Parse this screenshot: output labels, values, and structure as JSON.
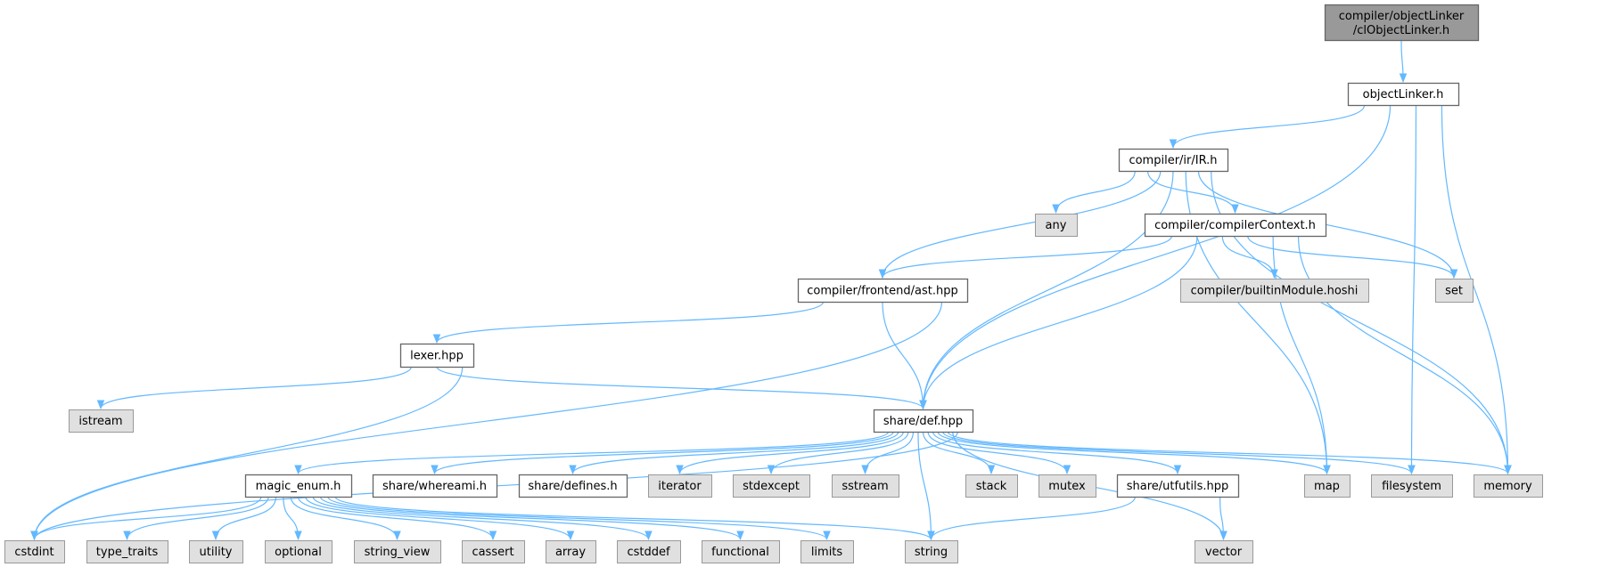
{
  "graph": {
    "title": "Include dependency graph",
    "colors": {
      "edge": "#63b8ff",
      "root_fill": "#999999",
      "project_fill": "#ffffff",
      "system_fill": "#e0e0e0",
      "border": "#666666",
      "system_border": "#999999"
    },
    "nodes": {
      "root": {
        "label_lines": [
          "compiler/objectLinker",
          "/clObjectLinker.h"
        ],
        "kind": "root"
      },
      "objectLinker": {
        "label": "objectLinker.h",
        "kind": "project"
      },
      "ir": {
        "label": "compiler/ir/IR.h",
        "kind": "project"
      },
      "any": {
        "label": "any",
        "kind": "system"
      },
      "compilerContext": {
        "label": "compiler/compilerContext.h",
        "kind": "project"
      },
      "builtinModule": {
        "label": "compiler/builtinModule.hoshi",
        "kind": "system"
      },
      "set": {
        "label": "set",
        "kind": "system"
      },
      "ast": {
        "label": "compiler/frontend/ast.hpp",
        "kind": "project"
      },
      "lexer": {
        "label": "lexer.hpp",
        "kind": "project"
      },
      "istream": {
        "label": "istream",
        "kind": "system"
      },
      "def": {
        "label": "share/def.hpp",
        "kind": "project"
      },
      "magic_enum": {
        "label": "magic_enum.h",
        "kind": "project"
      },
      "whereami": {
        "label": "share/whereami.h",
        "kind": "project"
      },
      "defines": {
        "label": "share/defines.h",
        "kind": "project"
      },
      "iterator": {
        "label": "iterator",
        "kind": "system"
      },
      "stdexcept": {
        "label": "stdexcept",
        "kind": "system"
      },
      "sstream": {
        "label": "sstream",
        "kind": "system"
      },
      "stack": {
        "label": "stack",
        "kind": "system"
      },
      "mutex": {
        "label": "mutex",
        "kind": "system"
      },
      "utfutils": {
        "label": "share/utfutils.hpp",
        "kind": "project"
      },
      "map": {
        "label": "map",
        "kind": "system"
      },
      "filesystem": {
        "label": "filesystem",
        "kind": "system"
      },
      "memory": {
        "label": "memory",
        "kind": "system"
      },
      "cstdint": {
        "label": "cstdint",
        "kind": "system"
      },
      "type_traits": {
        "label": "type_traits",
        "kind": "system"
      },
      "utility": {
        "label": "utility",
        "kind": "system"
      },
      "optional": {
        "label": "optional",
        "kind": "system"
      },
      "string_view": {
        "label": "string_view",
        "kind": "system"
      },
      "cassert": {
        "label": "cassert",
        "kind": "system"
      },
      "array": {
        "label": "array",
        "kind": "system"
      },
      "cstddef": {
        "label": "cstddef",
        "kind": "system"
      },
      "functional": {
        "label": "functional",
        "kind": "system"
      },
      "limits": {
        "label": "limits",
        "kind": "system"
      },
      "string": {
        "label": "string",
        "kind": "system"
      },
      "vector": {
        "label": "vector",
        "kind": "system"
      }
    },
    "edges": [
      [
        "root",
        "objectLinker"
      ],
      [
        "objectLinker",
        "ir"
      ],
      [
        "objectLinker",
        "def"
      ],
      [
        "objectLinker",
        "filesystem"
      ],
      [
        "objectLinker",
        "memory"
      ],
      [
        "ir",
        "any"
      ],
      [
        "ir",
        "compilerContext"
      ],
      [
        "ir",
        "ast"
      ],
      [
        "ir",
        "def"
      ],
      [
        "ir",
        "map"
      ],
      [
        "ir",
        "set"
      ],
      [
        "ir",
        "memory"
      ],
      [
        "compilerContext",
        "ast"
      ],
      [
        "compilerContext",
        "def"
      ],
      [
        "compilerContext",
        "builtinModule"
      ],
      [
        "compilerContext",
        "set"
      ],
      [
        "compilerContext",
        "map"
      ],
      [
        "compilerContext",
        "memory"
      ],
      [
        "ast",
        "lexer"
      ],
      [
        "ast",
        "def"
      ],
      [
        "ast",
        "cstdint"
      ],
      [
        "lexer",
        "istream"
      ],
      [
        "lexer",
        "def"
      ],
      [
        "lexer",
        "cstdint"
      ],
      [
        "def",
        "magic_enum"
      ],
      [
        "def",
        "whereami"
      ],
      [
        "def",
        "defines"
      ],
      [
        "def",
        "iterator"
      ],
      [
        "def",
        "stdexcept"
      ],
      [
        "def",
        "sstream"
      ],
      [
        "def",
        "string"
      ],
      [
        "def",
        "stack"
      ],
      [
        "def",
        "mutex"
      ],
      [
        "def",
        "utfutils"
      ],
      [
        "def",
        "map"
      ],
      [
        "def",
        "filesystem"
      ],
      [
        "def",
        "memory"
      ],
      [
        "def",
        "vector"
      ],
      [
        "def",
        "cstdint"
      ],
      [
        "magic_enum",
        "cstdint"
      ],
      [
        "magic_enum",
        "type_traits"
      ],
      [
        "magic_enum",
        "utility"
      ],
      [
        "magic_enum",
        "optional"
      ],
      [
        "magic_enum",
        "string_view"
      ],
      [
        "magic_enum",
        "cassert"
      ],
      [
        "magic_enum",
        "array"
      ],
      [
        "magic_enum",
        "cstddef"
      ],
      [
        "magic_enum",
        "functional"
      ],
      [
        "magic_enum",
        "limits"
      ],
      [
        "magic_enum",
        "string"
      ],
      [
        "utfutils",
        "string"
      ],
      [
        "utfutils",
        "vector"
      ]
    ]
  }
}
